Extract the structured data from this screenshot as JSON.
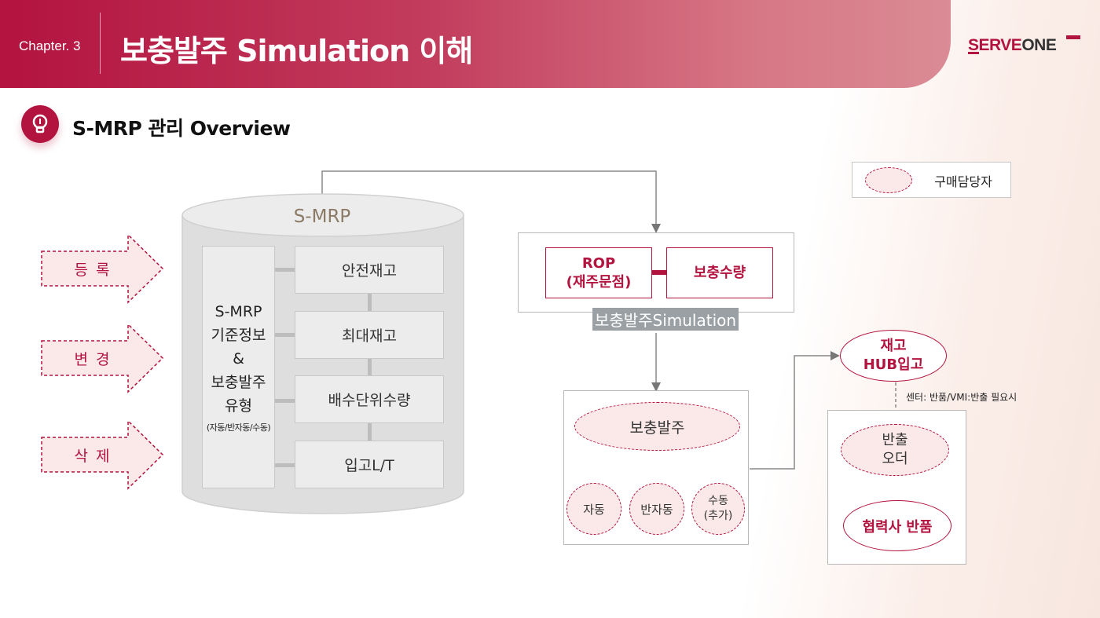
{
  "header": {
    "chapter": "Chapter. 3",
    "title": "보충발주 Simulation 이해",
    "logo_serve": "SERVE",
    "logo_one": "ONE"
  },
  "section": {
    "title": "S-MRP 관리 Overview"
  },
  "cylinder": {
    "label": "S-MRP",
    "base_info": {
      "lines": [
        "S-MRP",
        "기준정보",
        "&",
        "보충발주",
        "유형"
      ],
      "sub": "(자동/반자동/수동)"
    },
    "items": [
      "안전재고",
      "최대재고",
      "배수단위수량",
      "입고L/T"
    ]
  },
  "actions": [
    "등 록",
    "변 경",
    "삭 제"
  ],
  "simulation": {
    "rop_lines": [
      "ROP",
      "(재주문점)"
    ],
    "qty": "보충수량",
    "label": "보충발주Simulation"
  },
  "order": {
    "main": "보충발주",
    "types": [
      "자동",
      "반자동"
    ],
    "manual_lines": [
      "수동",
      "(추가)"
    ]
  },
  "hub": {
    "lines": [
      "재고",
      "HUB입고"
    ],
    "note": "센터: 반품/VMI:반출 필요시",
    "out_lines": [
      "반출",
      "오더"
    ],
    "return": "협력사 반품"
  },
  "legend": {
    "label": "구매담당자"
  },
  "colors": {
    "brand": "#b3133f",
    "box_gray": "#ececec",
    "sim_label_bg": "#9aa0a4"
  }
}
